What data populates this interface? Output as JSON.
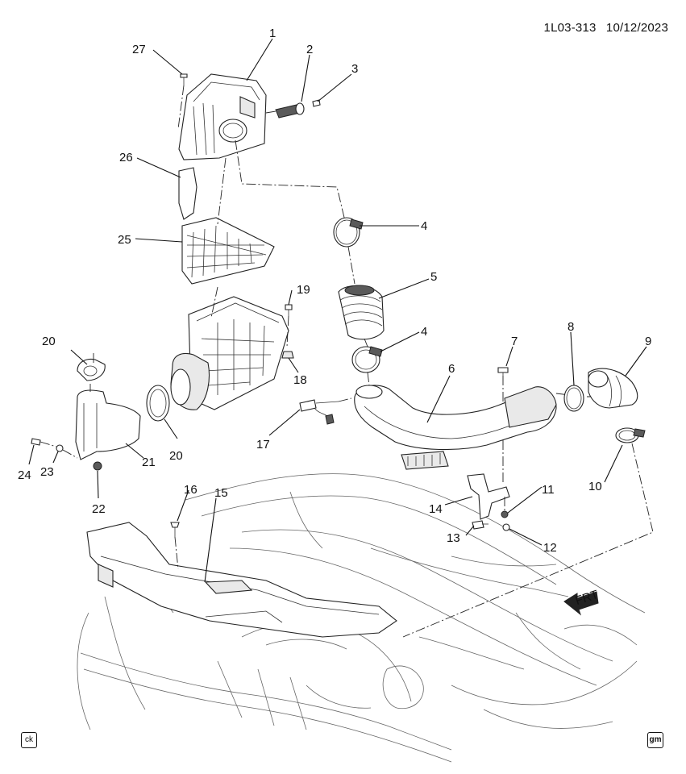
{
  "header": {
    "diagram_code": "1L03-313",
    "date": "10/12/2023"
  },
  "badges": {
    "left": "ck",
    "right": "gm"
  },
  "direction_label": "FRT",
  "callouts": [
    "1",
    "2",
    "3",
    "4",
    "5",
    "4",
    "6",
    "7",
    "8",
    "9",
    "10",
    "11",
    "12",
    "13",
    "14",
    "15",
    "16",
    "17",
    "18",
    "19",
    "20",
    "20",
    "21",
    "22",
    "23",
    "24",
    "25",
    "26",
    "27"
  ]
}
